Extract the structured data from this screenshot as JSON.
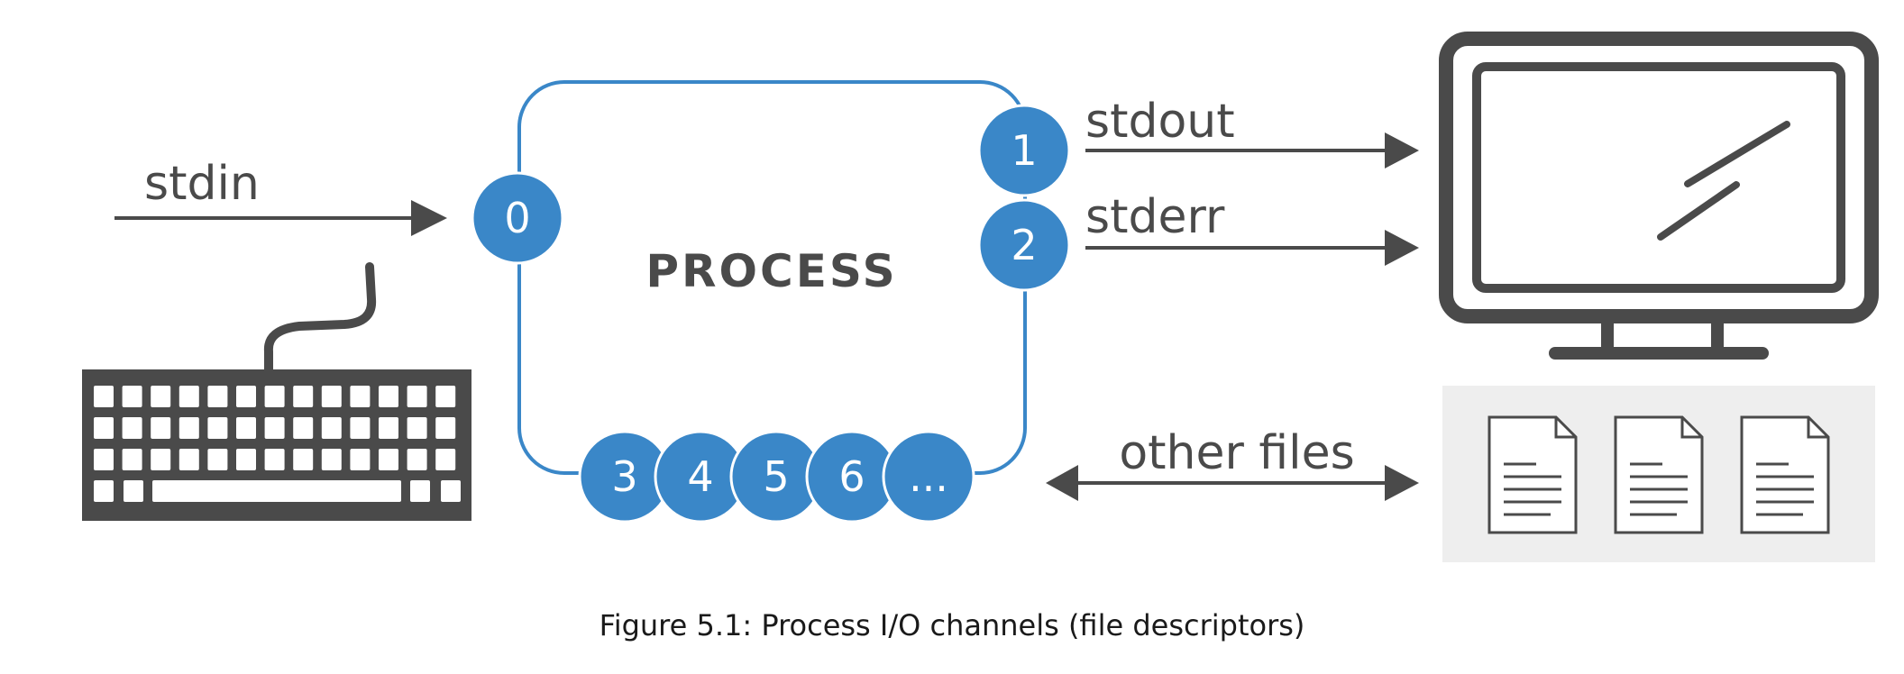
{
  "diagram": {
    "process_label": "PROCESS",
    "stdin_label": "stdin",
    "stdout_label": "stdout",
    "stderr_label": "stderr",
    "other_files_label": "other files",
    "fd_stdin": "0",
    "fd_stdout": "1",
    "fd_stderr": "2",
    "fd_other": [
      "3",
      "4",
      "5",
      "6",
      "..."
    ],
    "caption": "Figure 5.1: Process I/O channels (file descriptors)"
  },
  "colors": {
    "accent_blue": "#3a87c8",
    "dark_gray": "#4a4a4a",
    "files_panel": "#eeeeee"
  },
  "icons": [
    "keyboard-icon",
    "monitor-icon",
    "document-icon"
  ]
}
